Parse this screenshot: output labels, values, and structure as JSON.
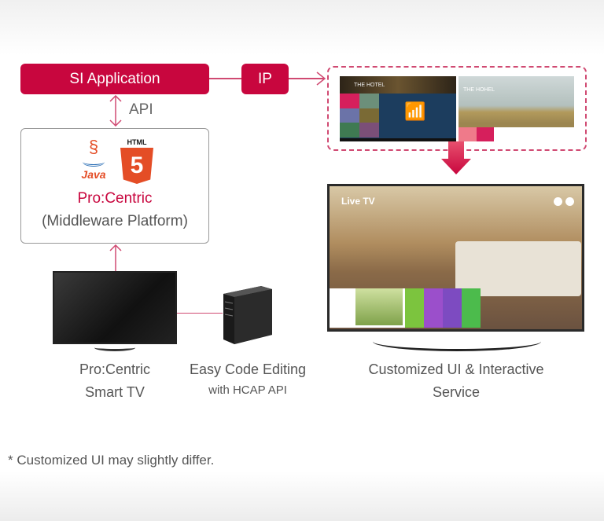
{
  "diagram": {
    "si_application": "SI Application",
    "ip": "IP",
    "api": "API",
    "html_logo": "HTML",
    "html_version": "5",
    "java_logo": "Java",
    "procentric": "Pro:Centric",
    "middleware": "(Middleware Platform)",
    "hotel_name_1": "THE HOTEL",
    "hotel_name_2": "THE HOHEL",
    "live_tv": "Live TV",
    "smart_tv_label_1": "Pro:Centric",
    "smart_tv_label_2": "Smart TV",
    "code_label_1": "Easy Code Editing",
    "code_label_2": "with HCAP API",
    "ui_label_1": "Customized UI & Interactive",
    "ui_label_2": "Service"
  },
  "footnote": "* Customized UI may slightly differ.",
  "colors": {
    "accent": "#c8063e",
    "java_blue": "#2a6eb5",
    "html5_orange": "#e44d26"
  }
}
